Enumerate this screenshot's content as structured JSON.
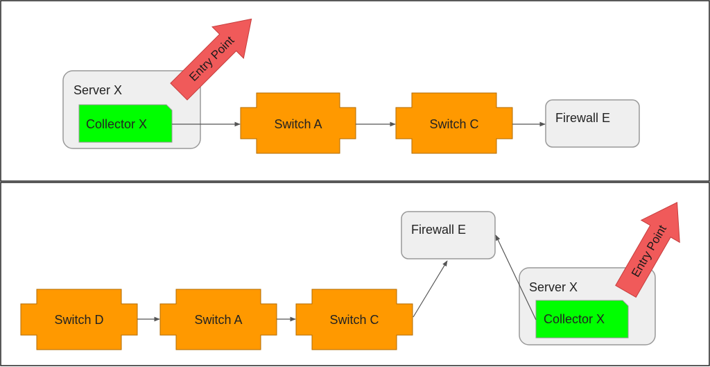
{
  "colors": {
    "switch_fill": "#ff9900",
    "switch_stroke": "#b26b00",
    "collector_fill": "#00ff00",
    "server_fill": "#efefef",
    "firewall_fill": "#efefef",
    "box_stroke": "#999999",
    "entry_fill": "#f05a5a",
    "entry_stroke": "#c43c3c",
    "connector": "#555555",
    "panel_border": "#222222"
  },
  "top": {
    "server_label": "Server X",
    "collector_label": "Collector X",
    "entry_label": "Entry Point",
    "switch_a_label": "Switch A",
    "switch_c_label": "Switch C",
    "firewall_label": "Firewall E"
  },
  "bottom": {
    "switch_d_label": "Switch D",
    "switch_a_label": "Switch A",
    "switch_c_label": "Switch C",
    "firewall_label": "Firewall E",
    "server_label": "Server X",
    "collector_label": "Collector X",
    "entry_label": "Entry Point"
  }
}
